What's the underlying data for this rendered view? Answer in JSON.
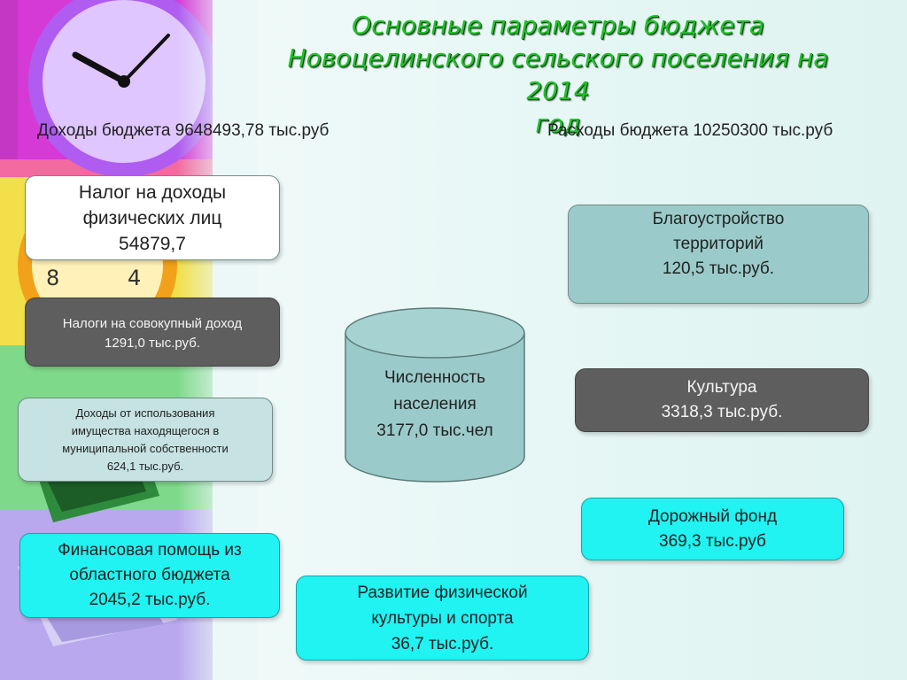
{
  "title": {
    "line1": "Основные параметры бюджета",
    "line2": "Новоцелинского сельского поселения на 2014",
    "line3": "год"
  },
  "summary": {
    "income": "Доходы бюджета  9648493,78 тыс.руб",
    "expense": "Расходы бюджета 10250300 тыс.руб"
  },
  "income_items": [
    {
      "lines": [
        "Налог на доходы",
        "физических лиц",
        "54879,7"
      ]
    },
    {
      "lines": [
        "Налоги на совокупный доход",
        "1291,0 тыс.руб."
      ]
    },
    {
      "lines": [
        "Доходы  от использования",
        "имущества находящегося в",
        "муниципальной собственности",
        "624,1 тыс.руб."
      ]
    },
    {
      "lines": [
        "Финансовая помощь из",
        "областного бюджета",
        "2045,2 тыс.руб."
      ]
    }
  ],
  "center": {
    "lines": [
      "Численность",
      "населения",
      "3177,0 тыс.чел"
    ]
  },
  "expense_items": [
    {
      "lines": [
        "Благоустройство",
        "территорий",
        "120,5 тыс.руб."
      ]
    },
    {
      "lines": [
        "Культура",
        "3318,3 тыс.руб."
      ]
    },
    {
      "lines": [
        "Дорожный фонд",
        "369,3 тыс.руб"
      ]
    },
    {
      "lines": [
        "Развитие физической",
        "культуры и спорта",
        "36,7 тыс.руб."
      ]
    }
  ],
  "colors": {
    "title": "#22c02a",
    "dark_box": "#5e5e5e",
    "teal_box": "#9acbca",
    "light_teal_box": "#c6e2e2",
    "cyan_box": "#21f2f2",
    "cylinder": "#9acbca"
  },
  "decoration": {
    "clock_icon": "clock-icon",
    "banknotes_icon": "banknotes-icon"
  }
}
